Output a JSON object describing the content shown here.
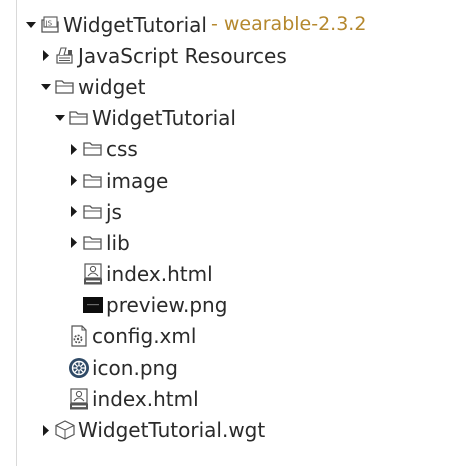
{
  "tree": {
    "items": [
      {
        "label": "WidgetTutorial",
        "decoration": "- wearable-2.3.2",
        "icon": "js-project-icon",
        "expanded": true
      },
      {
        "label": "JavaScript Resources",
        "icon": "library-icon",
        "expanded": false
      },
      {
        "label": "widget",
        "icon": "folder-icon",
        "expanded": true
      },
      {
        "label": "WidgetTutorial",
        "icon": "folder-icon",
        "expanded": true
      },
      {
        "label": "css",
        "icon": "folder-icon",
        "expanded": false
      },
      {
        "label": "image",
        "icon": "folder-icon",
        "expanded": false
      },
      {
        "label": "js",
        "icon": "folder-icon",
        "expanded": false
      },
      {
        "label": "lib",
        "icon": "folder-icon",
        "expanded": false
      },
      {
        "label": "index.html",
        "icon": "html-file-icon"
      },
      {
        "label": "preview.png",
        "icon": "image-thumbnail-icon"
      },
      {
        "label": "config.xml",
        "icon": "config-file-icon"
      },
      {
        "label": "icon.png",
        "icon": "png-image-icon"
      },
      {
        "label": "index.html",
        "icon": "html-file-icon"
      },
      {
        "label": "WidgetTutorial.wgt",
        "icon": "wgt-package-icon",
        "expanded": false
      }
    ]
  },
  "colors": {
    "text": "#2a2a2a",
    "decoration": "#b5882e",
    "twisty": "#1a1a1a",
    "folder_stroke": "#555555",
    "icon_png_bg": "#2f4a66"
  }
}
